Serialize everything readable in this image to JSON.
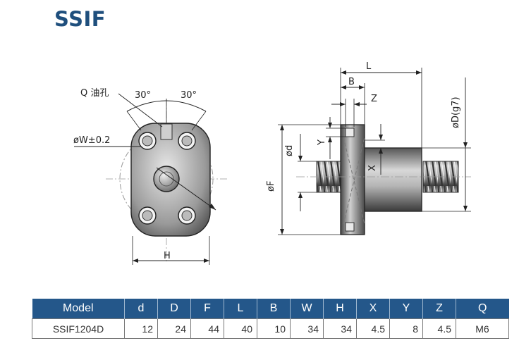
{
  "title": "SSIF",
  "drawing_labels": {
    "q_oil_hole": "Q 油孔",
    "angle_left": "30°",
    "angle_right": "30°",
    "w_tol": "øW±0.2",
    "h": "H",
    "l": "L",
    "b": "B",
    "z": "Z",
    "y": "Y",
    "x": "X",
    "d_small": "ød",
    "f": "øF",
    "d_g7": "øD(g7)"
  },
  "table": {
    "headers": [
      "Model",
      "d",
      "D",
      "F",
      "L",
      "B",
      "W",
      "H",
      "X",
      "Y",
      "Z",
      "Q"
    ],
    "rows": [
      [
        "SSIF1204D",
        "12",
        "24",
        "44",
        "40",
        "10",
        "34",
        "34",
        "4.5",
        "8",
        "4.5",
        "M6"
      ]
    ]
  }
}
